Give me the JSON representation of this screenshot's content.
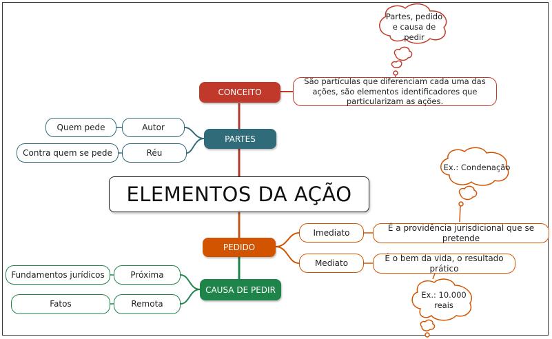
{
  "title": "ELEMENTOS DA AÇÃO",
  "conceito": {
    "label": "CONCEITO",
    "definition": "São partículas que diferenciam cada uma das ações, são elementos identificadores que particularizam as ações.",
    "note": "Partes, pedido e causa de pedir"
  },
  "partes": {
    "label": "PARTES",
    "autor": "Autor",
    "autor_desc": "Quem pede",
    "reu": "Réu",
    "reu_desc": "Contra quem se pede"
  },
  "pedido": {
    "label": "PEDIDO",
    "imediato": "Imediato",
    "imediato_desc": "É a providência jurisdicional que se pretende",
    "imediato_note": "Ex.: Condenação",
    "mediato": "Mediato",
    "mediato_desc": "É o bem da vida, o resultado prático",
    "mediato_note": "Ex.: 10.000 reais"
  },
  "causa": {
    "label": "CAUSA DE PEDIR",
    "proxima": "Próxima",
    "proxima_desc": "Fundamentos jurídicos",
    "remota": "Remota",
    "remota_desc": "Fatos"
  },
  "colors": {
    "conceito": "#c0392b",
    "partes": "#2f6b79",
    "pedido": "#d35400",
    "causa": "#1e8449"
  }
}
